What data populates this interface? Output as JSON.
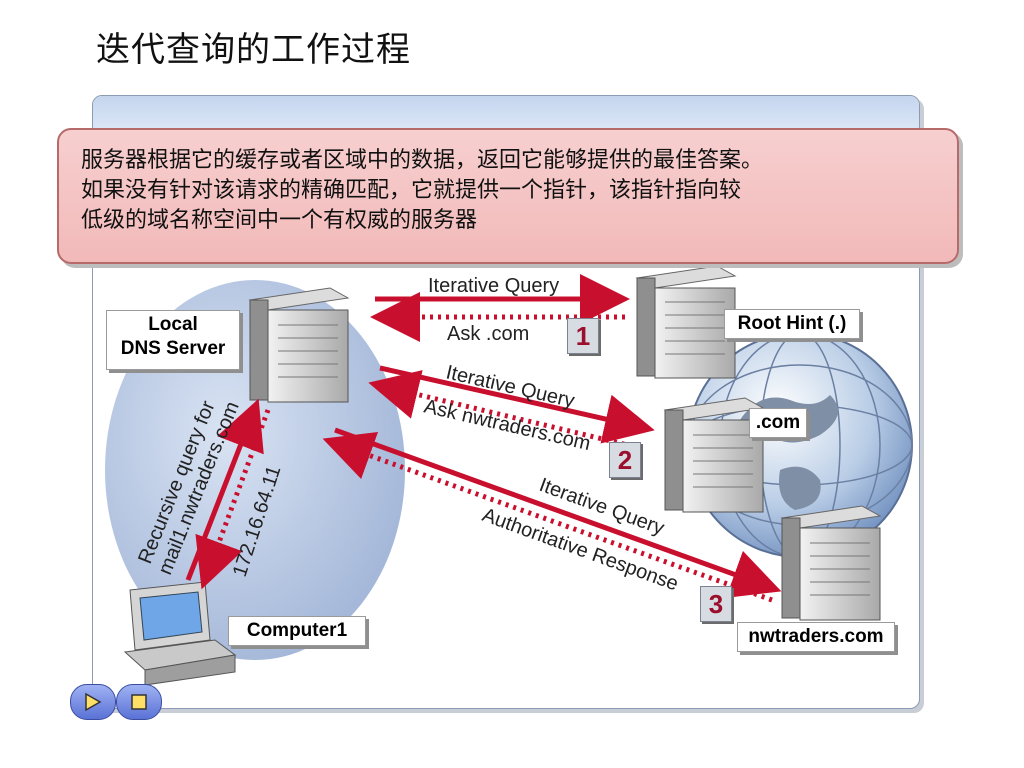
{
  "title": "迭代查询的工作过程",
  "callout": {
    "line1": "服务器根据它的缓存或者区域中的数据，返回它能够提供的最佳答案。",
    "line2": "如果没有针对该请求的精确匹配，它就提供一个指针，该指针指向较",
    "line3": "低级的域名称空间中一个有权威的服务器"
  },
  "nodes": {
    "local_dns_line1": "Local",
    "local_dns_line2": "DNS Server",
    "root_hint": "Root Hint (.)",
    "com": ".com",
    "nwtraders": "nwtraders.com",
    "computer": "Computer1"
  },
  "arrows": {
    "q1": "Iterative Query",
    "r1": "Ask .com",
    "q2": "Iterative Query",
    "r2": "Ask nwtraders.com",
    "q3": "Iterative Query",
    "r3": "Authoritative Response",
    "recursive_line1": "Recursive query for",
    "recursive_line2": "mail1.nwtraders.com",
    "reply_ip": "172.16.64.11"
  },
  "steps": [
    "1",
    "2",
    "3"
  ],
  "colors": {
    "arrow": "#c8102e",
    "callout": "#f4c2c2",
    "step_number": "#9a0f2c"
  }
}
